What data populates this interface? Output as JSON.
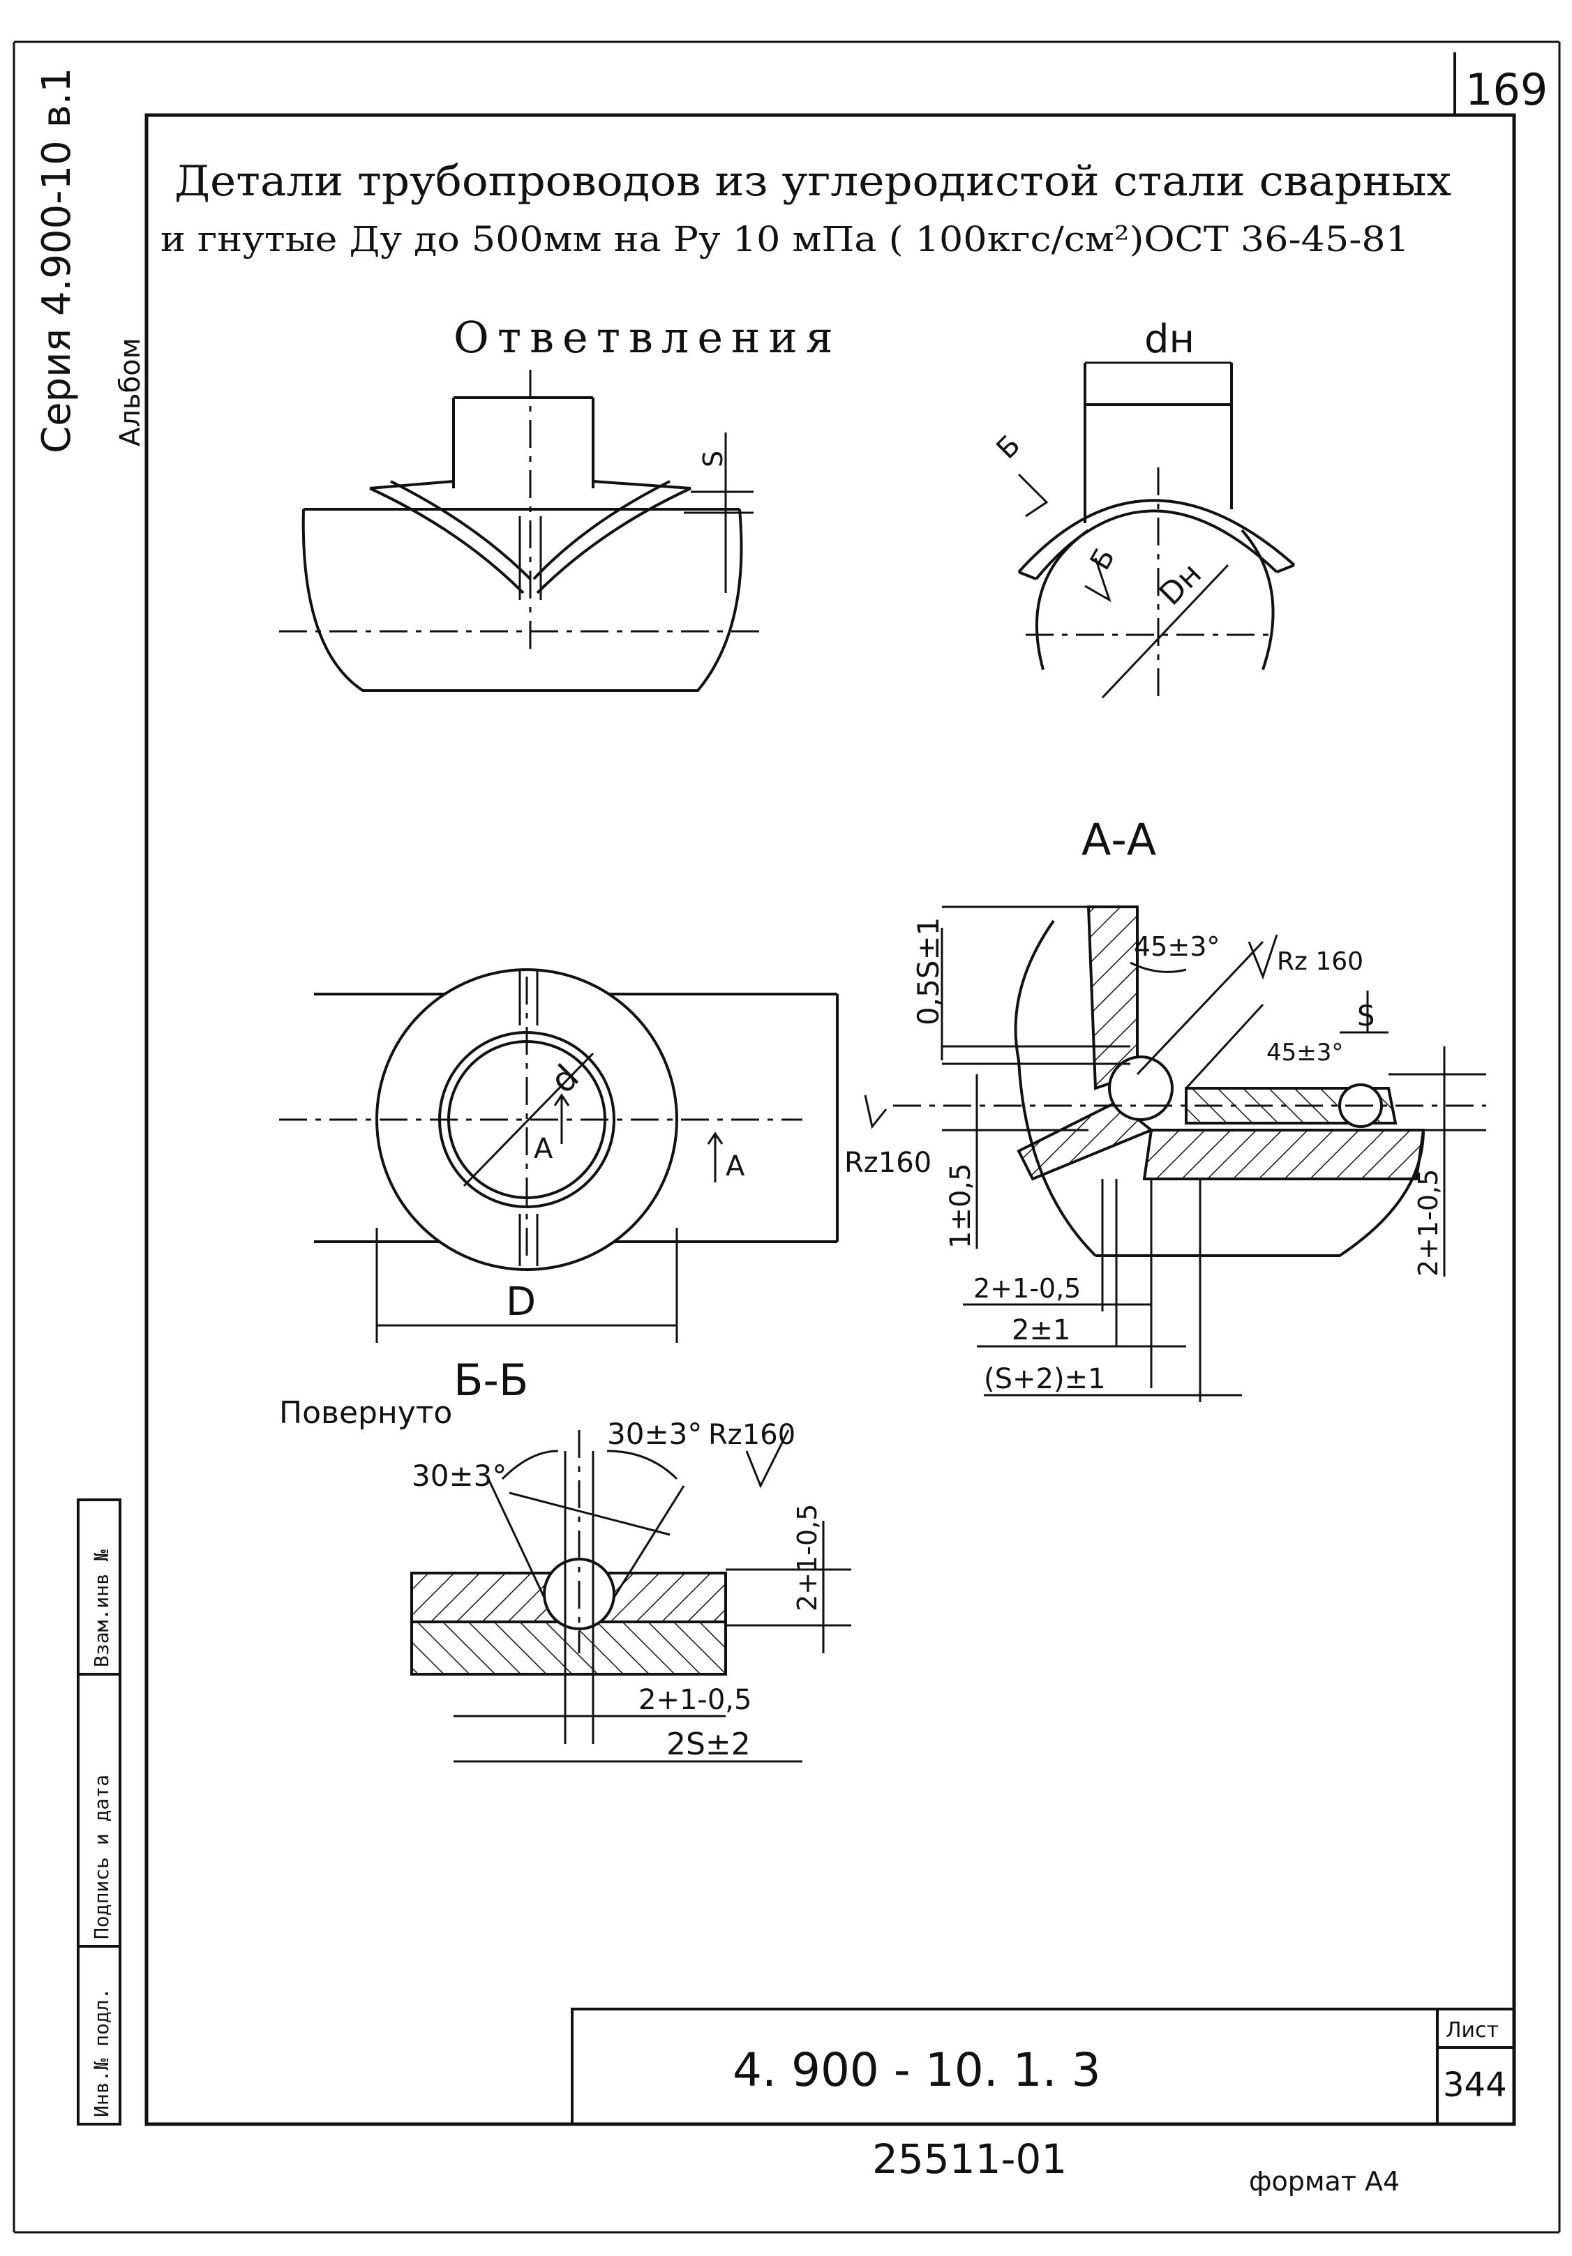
{
  "page_number": "169",
  "side_labels": {
    "series": "Серия 4.900-10 в.1",
    "album": "Альбом"
  },
  "title": {
    "line1": "Детали трубопроводов из углеродистой стали сварных",
    "line2": "и гнутые Ду до 500мм на Ру 10 мПа ( 100кгс/см²)ОСТ 36-45-81"
  },
  "section_branches": "Ответвления",
  "labels": {
    "dn_small": "dн",
    "dn_big": "Dн",
    "b_mark": "Б",
    "s_mark": "S",
    "aa_title": "А-А",
    "bb_title": "Б-Б",
    "rotated": "Повернуто",
    "d_small": "d",
    "d_big": "D",
    "a_mark": "А"
  },
  "dimensions": {
    "d1": "0,5S±1",
    "d2": "45±3°",
    "d3": "Rz 160",
    "d4": "45±3°",
    "d5": "S",
    "d6": "Rz160",
    "d7": "1±0,5",
    "d8": "2+1-0,5",
    "d9": "2±1",
    "d10": "(S+2)±1",
    "d11": "2+1-0,5",
    "d12": "30±3°",
    "d13": "30±3°",
    "d14": "Rz160",
    "d15": "2+1-0,5",
    "d16": "2+1-0,5",
    "d17": "2S±2"
  },
  "left_strip": [
    "Инв.№ подл.",
    "Подпись и дата",
    "Взам.инв №"
  ],
  "title_block": {
    "code": "4. 900 - 10. 1. 3",
    "sheet_label": "Лист",
    "sheet_number": "344"
  },
  "footer": {
    "number": "25511-01",
    "format": "формат А4"
  }
}
